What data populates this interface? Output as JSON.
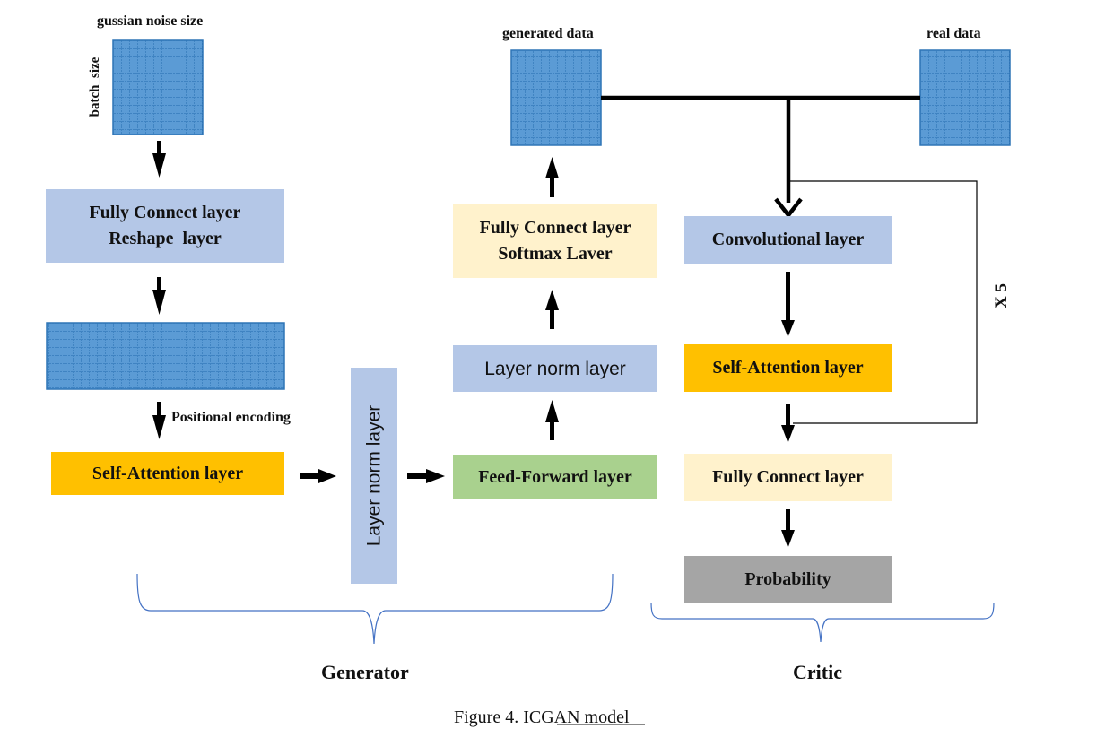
{
  "figure": {
    "caption_prefix": "Figure 4. IC",
    "caption_underlined": "GAN mo",
    "caption_suffix": "del"
  },
  "labels": {
    "noise_size": "gussian noise size",
    "batch_size": "batch_size",
    "generated_data": "generated data",
    "real_data": "real data",
    "positional_encoding": "Positional encoding",
    "repeat": "X 5",
    "generator": "Generator",
    "critic": "Critic"
  },
  "generator": {
    "fc_reshape": [
      "Fully Connect layer",
      "Reshape  layer"
    ],
    "self_attention": "Self-Attention layer",
    "layer_norm_vertical": "Layer norm layer",
    "feed_forward": "Feed-Forward layer",
    "layer_norm": "Layer norm layer",
    "fc_softmax": [
      "Fully Connect layer",
      "Softmax Laver"
    ]
  },
  "critic": {
    "convolutional": "Convolutional layer",
    "self_attention": "Self-Attention layer",
    "fully_connect": "Fully Connect layer",
    "probability": "Probability"
  },
  "colors": {
    "light_blue": "#B4C7E7",
    "light_yellow": "#FFF2CC",
    "orange": "#FFC000",
    "green": "#A9D18E",
    "gray": "#A5A5A5",
    "grid_fill": "#5B9BD5",
    "grid_line": "#2E75B6",
    "brace": "#4472C4"
  },
  "icons": {
    "arrow": "thick-black-arrow",
    "grid": "tensor-grid-icon",
    "brace": "curly-brace"
  }
}
